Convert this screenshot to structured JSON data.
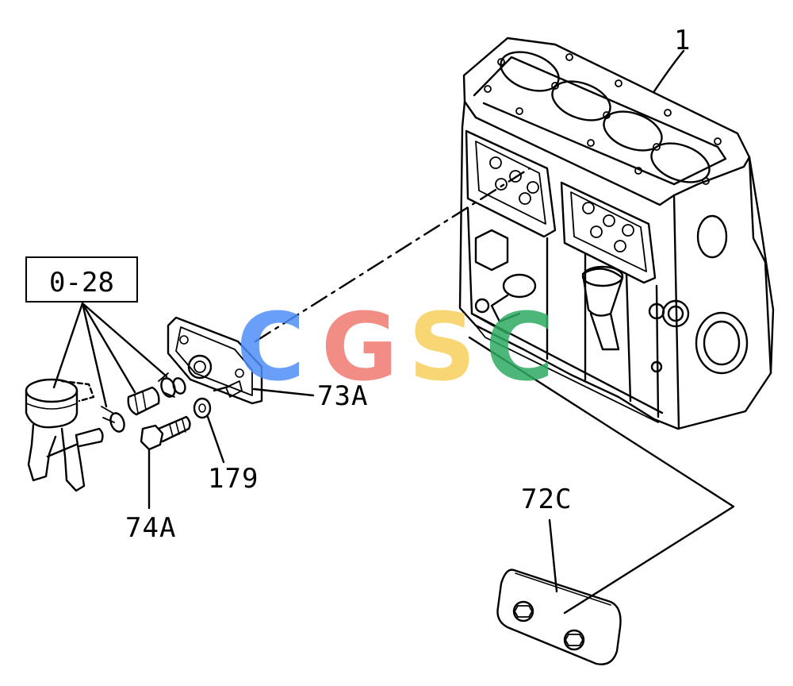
{
  "diagram": {
    "callouts": {
      "block": "1",
      "reference": "0-28",
      "cover": "73A",
      "washer": "179",
      "bolt": "74A",
      "plate": "72C"
    },
    "watermark": {
      "text": "CGSC",
      "letters": [
        {
          "char": "C",
          "color": "#4f8ff7"
        },
        {
          "char": "G",
          "color": "#f07a72"
        },
        {
          "char": "S",
          "color": "#f8d05c"
        },
        {
          "char": "C",
          "color": "#2faa62"
        }
      ]
    }
  }
}
